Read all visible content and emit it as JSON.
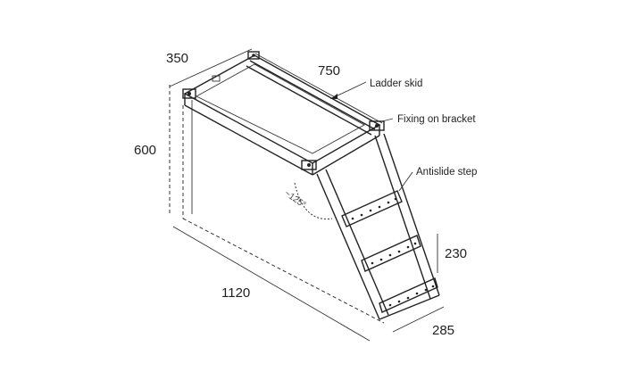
{
  "dimensions": {
    "depth": "350",
    "length": "750",
    "height": "600",
    "base_length": "1120",
    "step_spacing": "230",
    "step_width": "285",
    "angle": "~125°"
  },
  "callouts": {
    "ladder_skid": "Ladder skid",
    "fixing": "Fixing on bracket",
    "antislide": "Antislide step"
  }
}
